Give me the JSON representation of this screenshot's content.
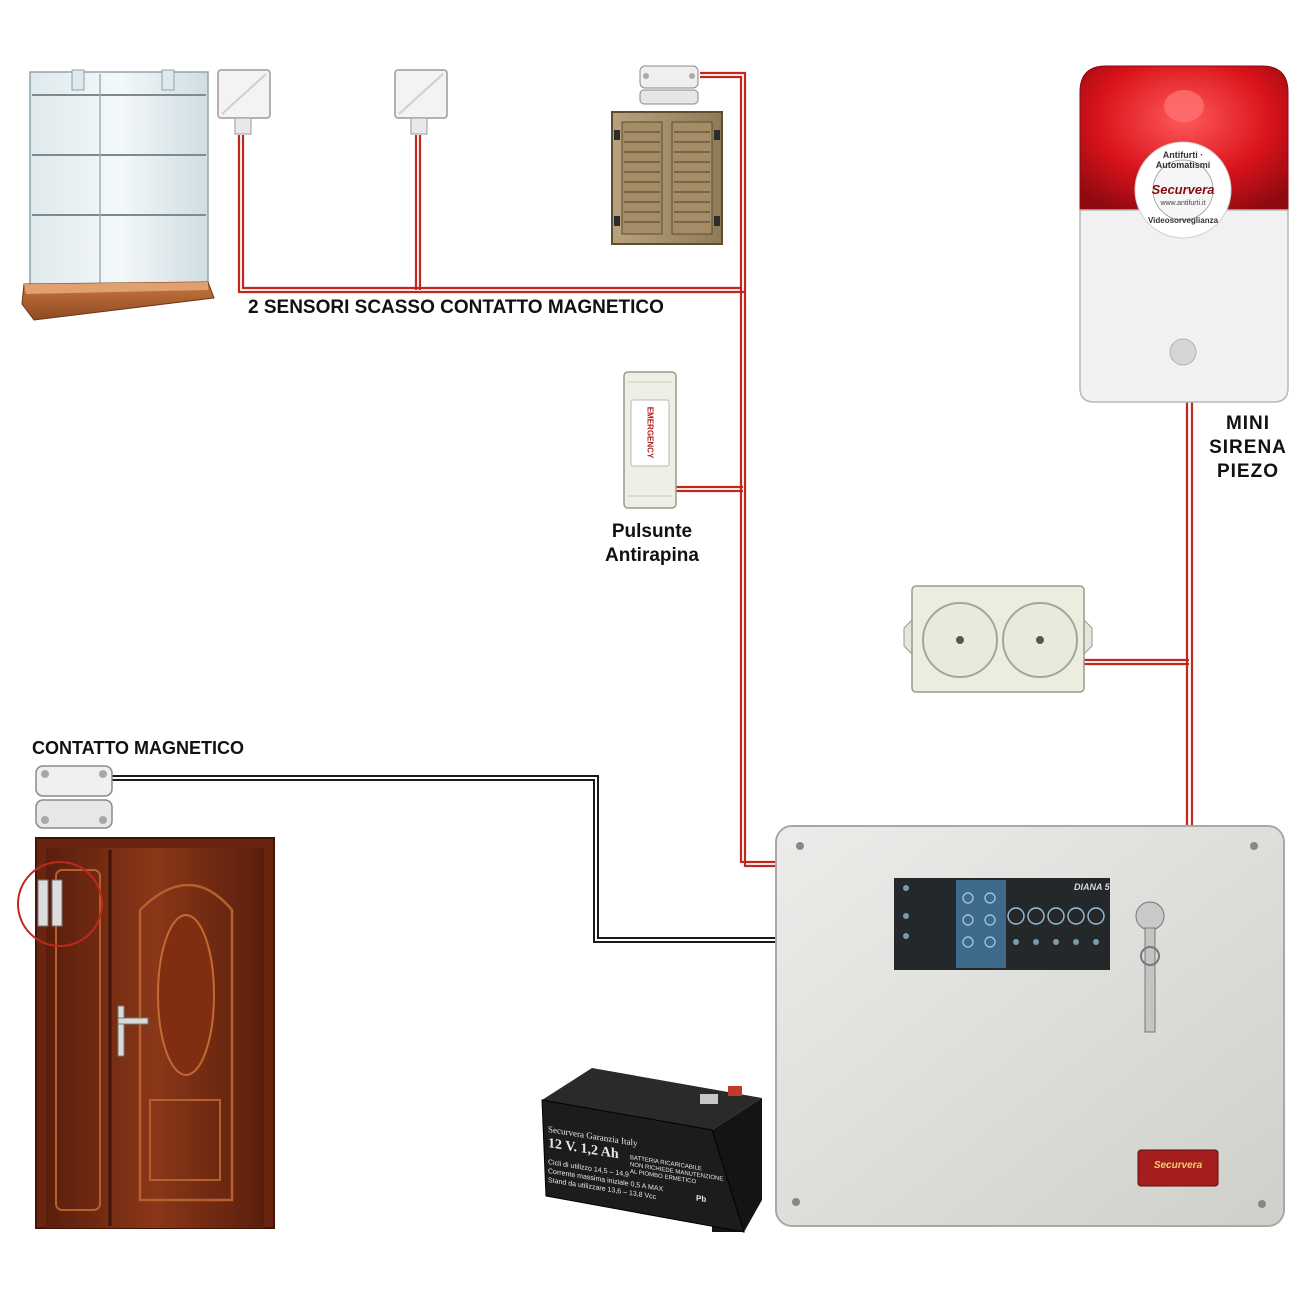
{
  "labels": {
    "sensors_label": "2 SENSORI SCASSO CONTATTO MAGNETICO",
    "panic_button_line1": "Pulsunte",
    "panic_button_line2": "Antirapina",
    "siren_line1": "MINI",
    "siren_line2": "SIRENA",
    "siren_line3": "PIEZO",
    "door_contact_label": "CONTATTO MAGNETICO"
  },
  "siren_logo": {
    "brand": "Securvera",
    "ring_top": "Antifurti · Automatismi",
    "ring_bottom": "Videosorveglianza",
    "url": "www.antifurti.it"
  },
  "panic_button_text": "EMERGENCY",
  "panel": {
    "model": "DIANA 5",
    "badge_brand": "Securvera"
  },
  "battery": {
    "brand_line": "Securvera  Garanzia Italy",
    "rating": "12 V. 1,2 Ah",
    "desc_line1": "BATTERIA RICARICABILE",
    "desc_line2": "NON RICHIEDE MANUTENZIONE",
    "desc_line3": "AL PIOMBO ERMETICO",
    "spec_line1": "Cicli di utilizzo 14,5 – 14,9",
    "spec_line2": "Corrente massima iniziale 0,5 A MAX",
    "spec_line3": "Stand da utilizzare 13,6 – 13,8 Vcc",
    "pb_mark": "Pb"
  },
  "colors": {
    "wire_red": "#c0281e",
    "wire_black": "#1a1a1a",
    "siren_red": "#d8121b",
    "door_wood": "#7a2e14",
    "panel_grey": "#dcdcd8"
  }
}
